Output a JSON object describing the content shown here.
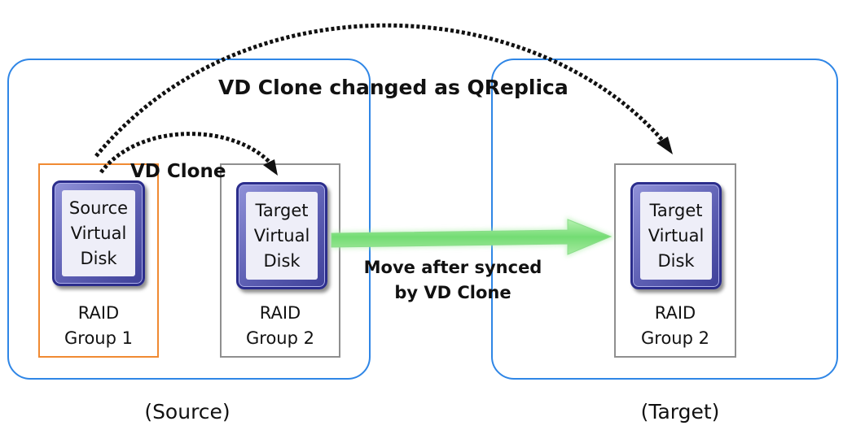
{
  "source_site": {
    "caption": "(Source)"
  },
  "target_site": {
    "caption": "(Target)"
  },
  "source_disk": {
    "lines": [
      "Source",
      "Virtual",
      "Disk"
    ]
  },
  "target_disk_1": {
    "lines": [
      "Target",
      "Virtual",
      "Disk"
    ]
  },
  "target_disk_2": {
    "lines": [
      "Target",
      "Virtual",
      "Disk"
    ]
  },
  "raid_group_1": {
    "lines": [
      "RAID",
      "Group 1"
    ]
  },
  "raid_group_2a": {
    "lines": [
      "RAID",
      "Group 2"
    ]
  },
  "raid_group_2b": {
    "lines": [
      "RAID",
      "Group 2"
    ]
  },
  "labels": {
    "vd_clone": "VD Clone",
    "qreplica": "VD Clone changed as QReplica",
    "move_line1": "Move after synced",
    "move_line2": "by VD Clone"
  },
  "colors": {
    "site_border": "#2f86e6",
    "source_group_border": "#f08a32",
    "group_border": "#8f8f8f",
    "disk": "#4a4ca6",
    "move_arrow": "#7de07d"
  }
}
